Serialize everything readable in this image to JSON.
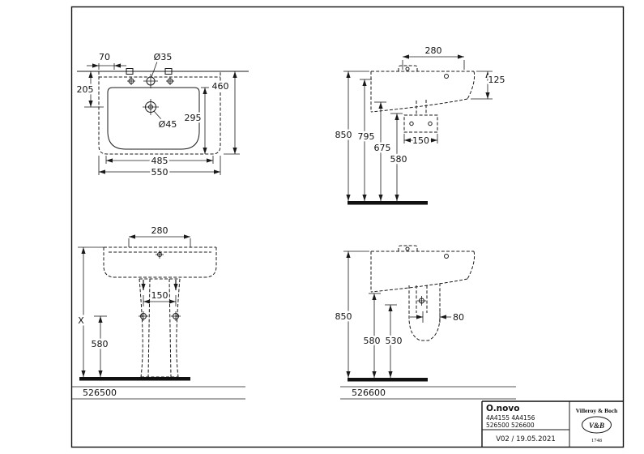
{
  "title_block": {
    "product": "O.novo",
    "article_numbers_row1": "4A4155  4A4156",
    "article_numbers_row2": "526500  526600",
    "version_date": "V02 / 19.05.2021",
    "brand": "Villeroy & Boch",
    "brand_monogram": "V&B",
    "brand_year": "1748"
  },
  "views": {
    "plan": {
      "dims": {
        "hole_offset": "70",
        "tap_hole_diameter": "Ø35",
        "back_to_drain": "205",
        "depth": "460",
        "drain_to_front": "295",
        "drain_diameter": "Ø45",
        "inner_width": "485",
        "width": "550"
      }
    },
    "side_wall_mounted": {
      "dims": {
        "top_depth": "280",
        "rim_edge_height": "125",
        "rim_height": "850",
        "underside_height": "795",
        "fixing_height": "675",
        "trap_height": "580",
        "wall_to_trap": "150"
      }
    },
    "front_with_pedestal": {
      "label": "526500",
      "dims": {
        "bracket_width": "280",
        "bolt_spacing": "150",
        "rim_height": "X",
        "bolt_height": "580"
      }
    },
    "side_with_semi_pedestal": {
      "label": "526600",
      "dims": {
        "rim_height": "850",
        "trap_height": "580",
        "pedestal_bottom_height": "530",
        "pedestal_width": "80"
      }
    }
  }
}
